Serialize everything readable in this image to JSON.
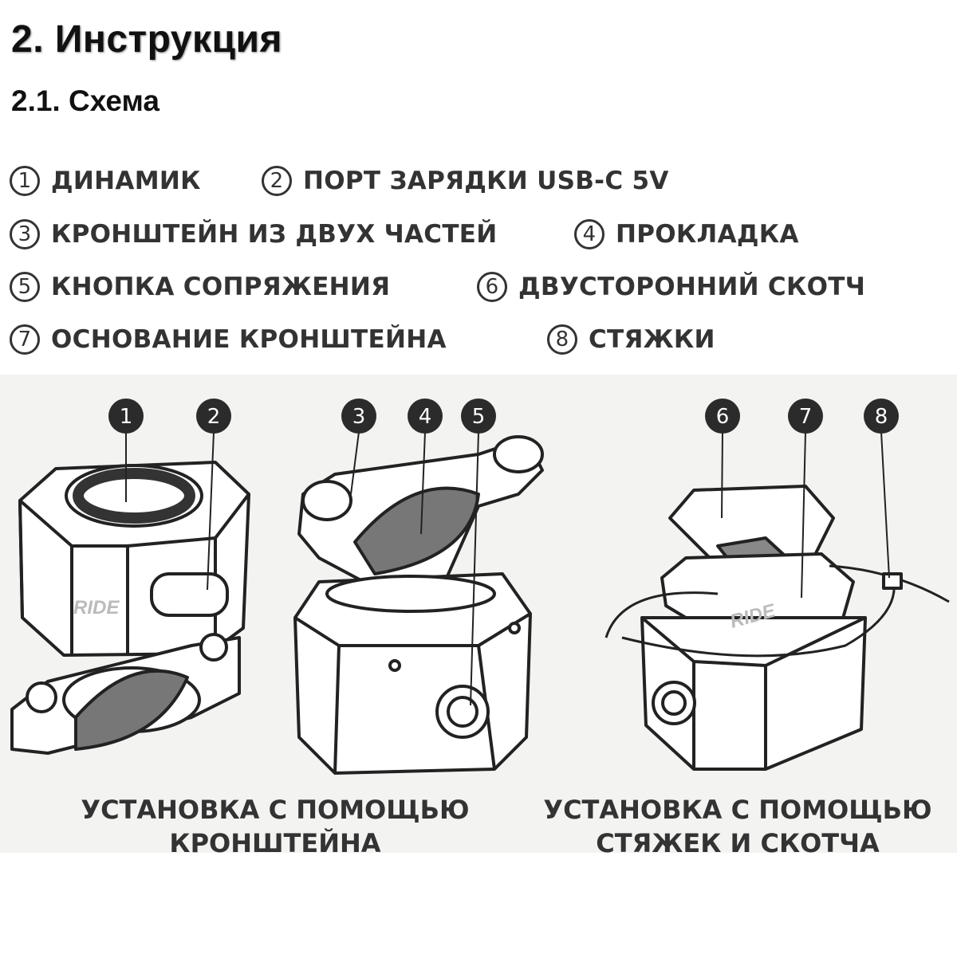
{
  "heading": "2. Инструкция",
  "subheading": "2.1. Схема",
  "legend": [
    {
      "num": "1",
      "label": "ДИНАМИК"
    },
    {
      "num": "2",
      "label": "ПОРТ ЗАРЯДКИ USB-C 5V"
    },
    {
      "num": "3",
      "label": "КРОНШТЕЙН ИЗ ДВУХ ЧАСТЕЙ"
    },
    {
      "num": "4",
      "label": "ПРОКЛАДКА"
    },
    {
      "num": "5",
      "label": "КНОПКА СОПРЯЖЕНИЯ"
    },
    {
      "num": "6",
      "label": "ДВУСТОРОННИЙ СКОТЧ"
    },
    {
      "num": "7",
      "label": "ОСНОВАНИЕ КРОНШТЕЙНА"
    },
    {
      "num": "8",
      "label": "СТЯЖКИ"
    }
  ],
  "diagram": {
    "brand_mark": "RIDE",
    "callouts": [
      "1",
      "2",
      "3",
      "4",
      "5",
      "6",
      "7",
      "8"
    ]
  },
  "captions": {
    "left": [
      "УСТАНОВКА С ПОМОЩЬЮ",
      "КРОНШТЕЙНА"
    ],
    "right": [
      "УСТАНОВКА С ПОМОЩЬЮ",
      "СТЯЖЕК И СКОТЧА"
    ]
  }
}
